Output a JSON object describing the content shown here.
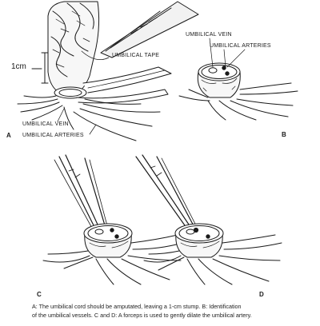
{
  "panel_a": {
    "letter": "A",
    "dimension": "1cm",
    "tape_label": "UMBILICAL TAPE",
    "vein_label": "UMBILICAL VEIN",
    "arteries_label": "UMBILICAL ARTERIES"
  },
  "panel_b": {
    "letter": "B",
    "vein_label": "UMBILICAL VEIN",
    "arteries_label": "UMBILICAL ARTERIES"
  },
  "panel_c": {
    "letter": "C"
  },
  "panel_d": {
    "letter": "D"
  },
  "caption": {
    "line1": "A: The umbilical cord should be amputated, leaving a 1-cm stump. B: Identification",
    "line2": "of the umbilical vessels. C and D: A forceps is used to gently dilate the umbilical artery."
  }
}
